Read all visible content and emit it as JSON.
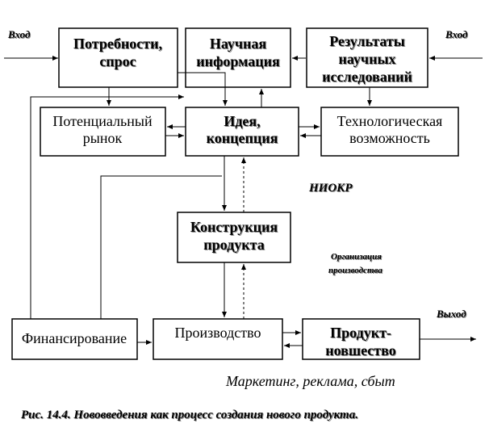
{
  "labels": {
    "input_left": "Вход",
    "input_right": "Вход",
    "output": "Выход",
    "niokr": "НИОКР",
    "org_line1": "Организация",
    "org_line2": "производства",
    "marketing": "Маркетинг, реклама, сбыт",
    "caption": "Рис. 14.4. Нововведения как процесс создания нового продукта."
  },
  "boxes": {
    "needs": {
      "line1": "Потребности,",
      "line2": "спрос"
    },
    "sci_info": {
      "line1": "Научная",
      "line2": "информация"
    },
    "results": {
      "line1": "Результаты",
      "line2": "научных",
      "line3": "исследований"
    },
    "market": {
      "line1": "Потенциальный",
      "line2": "рынок"
    },
    "idea": {
      "line1": "Идея,",
      "line2": "концепция"
    },
    "tech": {
      "line1": "Технологическая",
      "line2": "возможность"
    },
    "design": {
      "line1": "Конструкция",
      "line2": "продукта"
    },
    "finance": {
      "line1": "Финансирование"
    },
    "production": {
      "line1": "Производство"
    },
    "product": {
      "line1": "Продукт-",
      "line2": "новшество"
    }
  }
}
